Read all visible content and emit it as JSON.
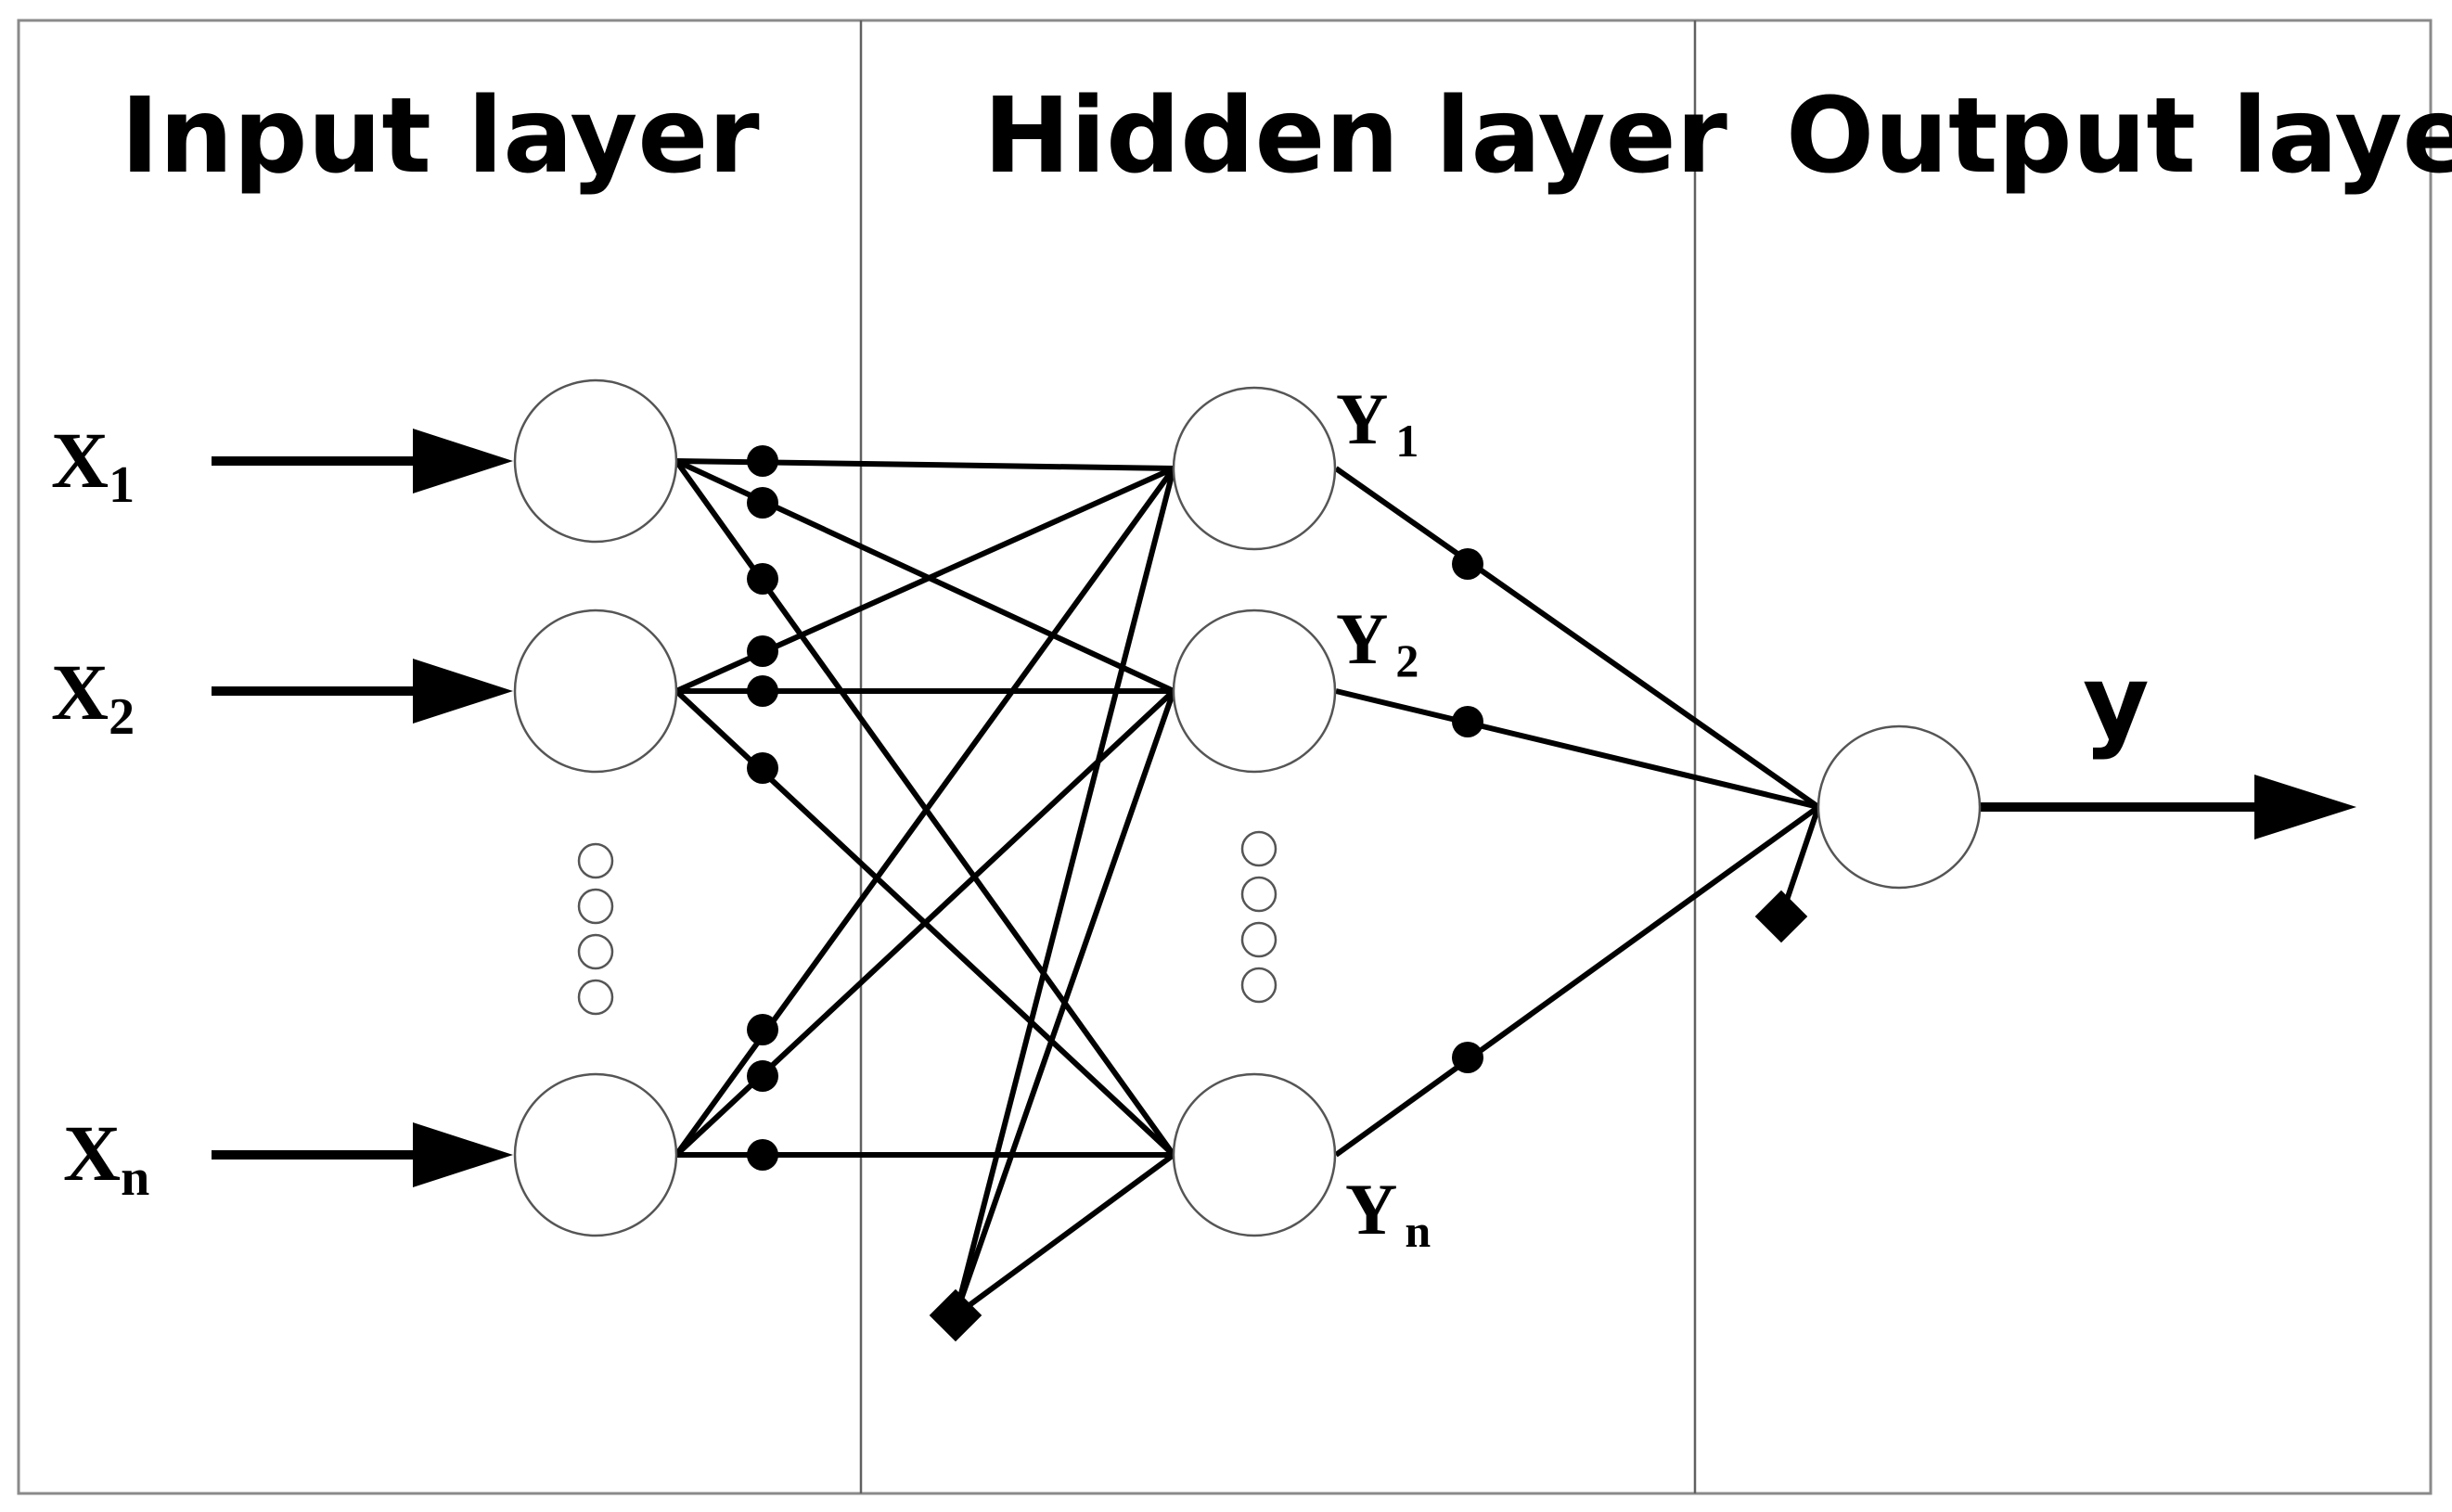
{
  "layers": {
    "input": "Input layer",
    "hidden": "Hidden layer",
    "output": "Output layer"
  },
  "inputs": [
    {
      "base": "X",
      "sub": "1"
    },
    {
      "base": "X",
      "sub": "2"
    },
    {
      "base": "X",
      "sub": "n"
    }
  ],
  "hidden_nodes": [
    {
      "base": "Y",
      "sub": "1"
    },
    {
      "base": "Y",
      "sub": "2"
    },
    {
      "base": "Y",
      "sub": "n"
    }
  ],
  "output": {
    "label": "y"
  }
}
